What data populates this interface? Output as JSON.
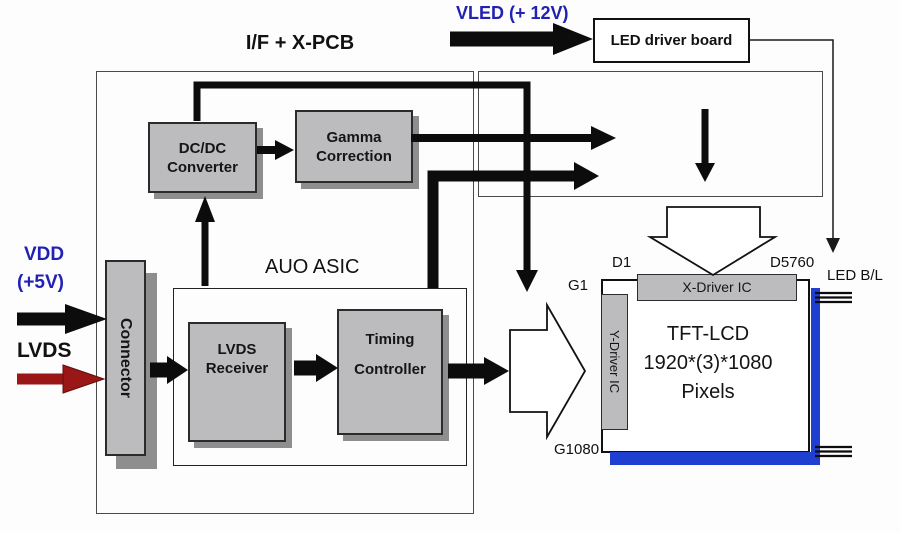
{
  "colors": {
    "accent_blue_text": "#2222b2",
    "lvds_arrow_red": "#9b1717",
    "backlight_blue": "#1f3fd0",
    "block_gray": "#bcbcbe"
  },
  "header": {
    "pcb_title": "I/F + X-PCB",
    "vled_label": "VLED (+ 12V)"
  },
  "left_inputs": {
    "vdd_label": "VDD",
    "vdd_voltage": "(+5V)",
    "lvds_label": "LVDS"
  },
  "blocks": {
    "connector": "Connector",
    "dcdc_converter": "DC/DC Converter",
    "gamma_correction": "Gamma Correction",
    "auo_asic_title": "AUO ASIC",
    "lvds_receiver": "LVDS Receiver",
    "timing_controller": "Timing Controller",
    "led_driver_board": "LED driver board",
    "x_driver_ic": "X-Driver IC",
    "y_driver_ic": "Y-Driver IC"
  },
  "panel": {
    "line1": "TFT-LCD",
    "line2": "1920*(3)*1080",
    "line3": "Pixels",
    "d1": "D1",
    "d5760": "D5760",
    "g1": "G1",
    "g1080": "G1080",
    "led_backlight": "LED B/L"
  }
}
